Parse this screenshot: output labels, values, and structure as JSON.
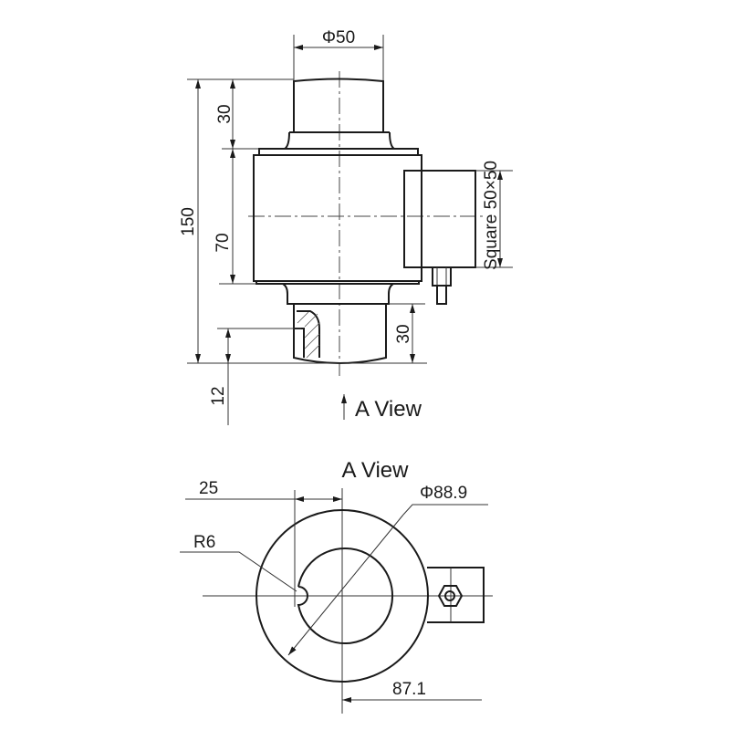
{
  "side_view": {
    "dim_diameter_top": "Φ50",
    "dim_total_height": "150",
    "dim_top_height": "30",
    "dim_body_height": "70",
    "dim_bottom_height": "30",
    "dim_groove": "12",
    "dim_box": "Square 50×50",
    "view_arrow_label": "A View"
  },
  "a_view": {
    "title": "A View",
    "dim_offset": "25",
    "dim_radius": "R6",
    "dim_diameter": "Φ88.9",
    "dim_box_extent": "87.1"
  }
}
